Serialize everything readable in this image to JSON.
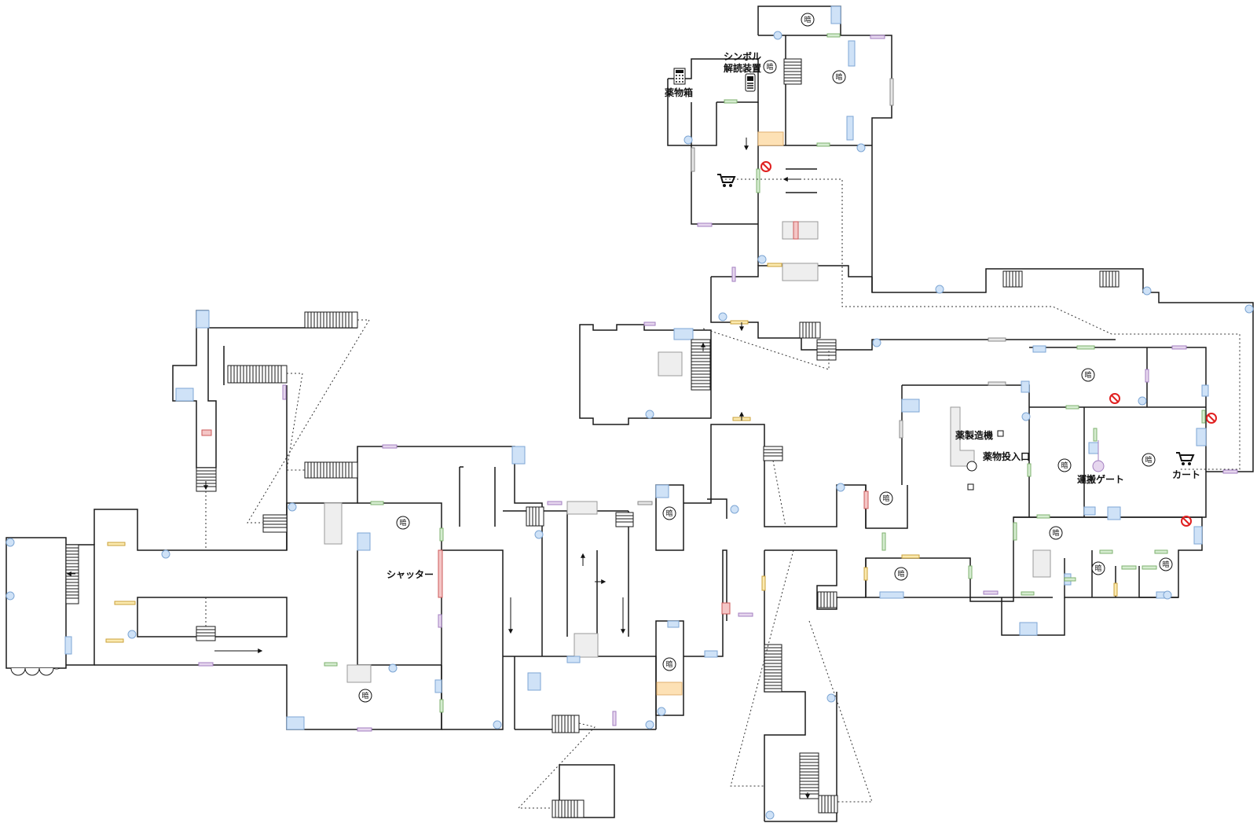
{
  "map": {
    "labels": {
      "symbol_line1": "シンボル",
      "symbol_line2": "解読装置",
      "medicine_box": "薬物箱",
      "shutter": "シャッター",
      "drug_machine": "薬製造機",
      "drug_inlet": "薬物投入口",
      "transport_gate": "運搬ゲート",
      "cart": "カート"
    },
    "dark_room_mark": "暗",
    "colors": {
      "wall": "#1a1a1a",
      "window": "#cfe2f7",
      "window_stroke": "#7ea6d4",
      "door_green": "#d5ecd0",
      "door_green_stroke": "#7fb26f",
      "door_purple": "#e6d6ee",
      "door_purple_stroke": "#a37fc0",
      "door_yellow": "#fbeab0",
      "door_yellow_stroke": "#c9a03a",
      "door_red": "#f4c6c6",
      "door_red_stroke": "#cc5a5a",
      "door_gray": "#e6e6e6",
      "door_gray_stroke": "#8a8a8a",
      "furniture": "#eeeeee",
      "floor_orange": "#fde1b5",
      "forbidden": "#e02020",
      "path_dotted": "#333333"
    },
    "icons": [
      "calculator-icon",
      "phone-device-icon",
      "cart-icon",
      "no-entry-icon",
      "stairs-icon",
      "arrow-icon",
      "pillar-icon",
      "dark-room-icon"
    ]
  }
}
